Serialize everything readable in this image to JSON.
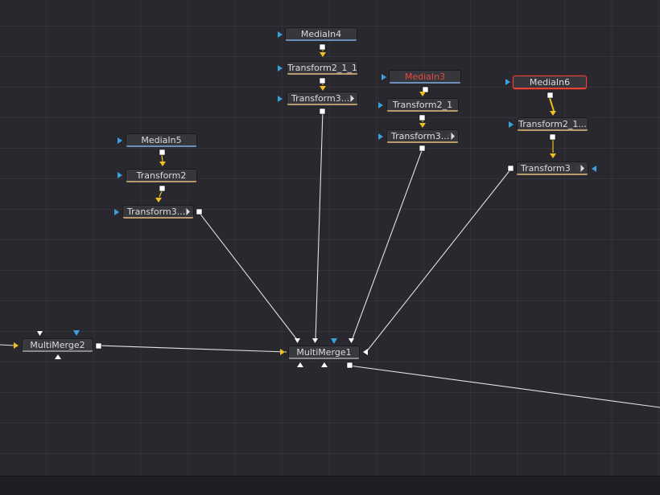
{
  "nodes": {
    "media_in4": "MediaIn4",
    "transform2_1_1": "Transform2_1_1",
    "transform3_a": "Transform3...",
    "media_in3": "MediaIn3",
    "transform2_1": "Transform2_1",
    "transform3_b": "Transform3...",
    "media_in6": "MediaIn6",
    "transform2_1_b": "Transform2_1...",
    "transform3_c": "Transform3",
    "media_in5": "MediaIn5",
    "transform2": "Transform2",
    "transform3_d": "Transform3...",
    "multimerge2": "MultiMerge2",
    "multimerge1": "MultiMerge1"
  },
  "colors": {
    "background": "#28282e",
    "wire": "#e6e6e6",
    "input_arrow_blue": "#3aa0e0",
    "input_arrow_yellow": "#f0c020",
    "selected_border": "#e4453a",
    "media_text_selected": "#e8483d"
  },
  "icons": {
    "input": "triangle-right-icon",
    "output": "square-output-icon",
    "merge_input": "triangle-down-icon",
    "effect_toggle": "diamond-split-icon"
  }
}
